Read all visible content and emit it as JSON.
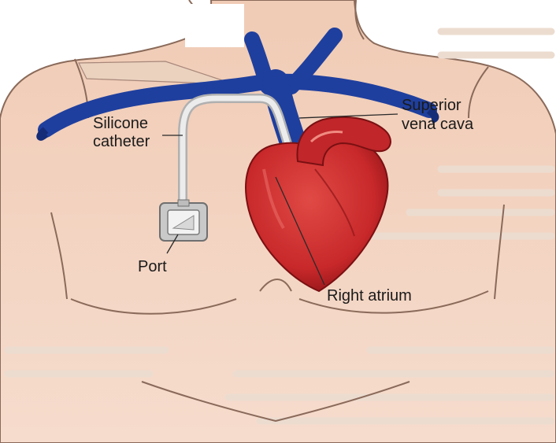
{
  "labels": {
    "silicone_catheter": [
      "Silicone",
      "catheter"
    ],
    "superior_vena_cava": [
      "Superior",
      "vena cava"
    ],
    "port": "Port",
    "right_atrium": "Right atrium"
  },
  "colors": {
    "skin": "#f2d2bf",
    "skin_outline": "#8a6a5a",
    "vein": "#1f3f9e",
    "vein_dark": "#152c78",
    "heart": "#c8282a",
    "heart_dark": "#8f1518",
    "catheter": "#e4e4e4",
    "port": "#c9c9c9"
  }
}
